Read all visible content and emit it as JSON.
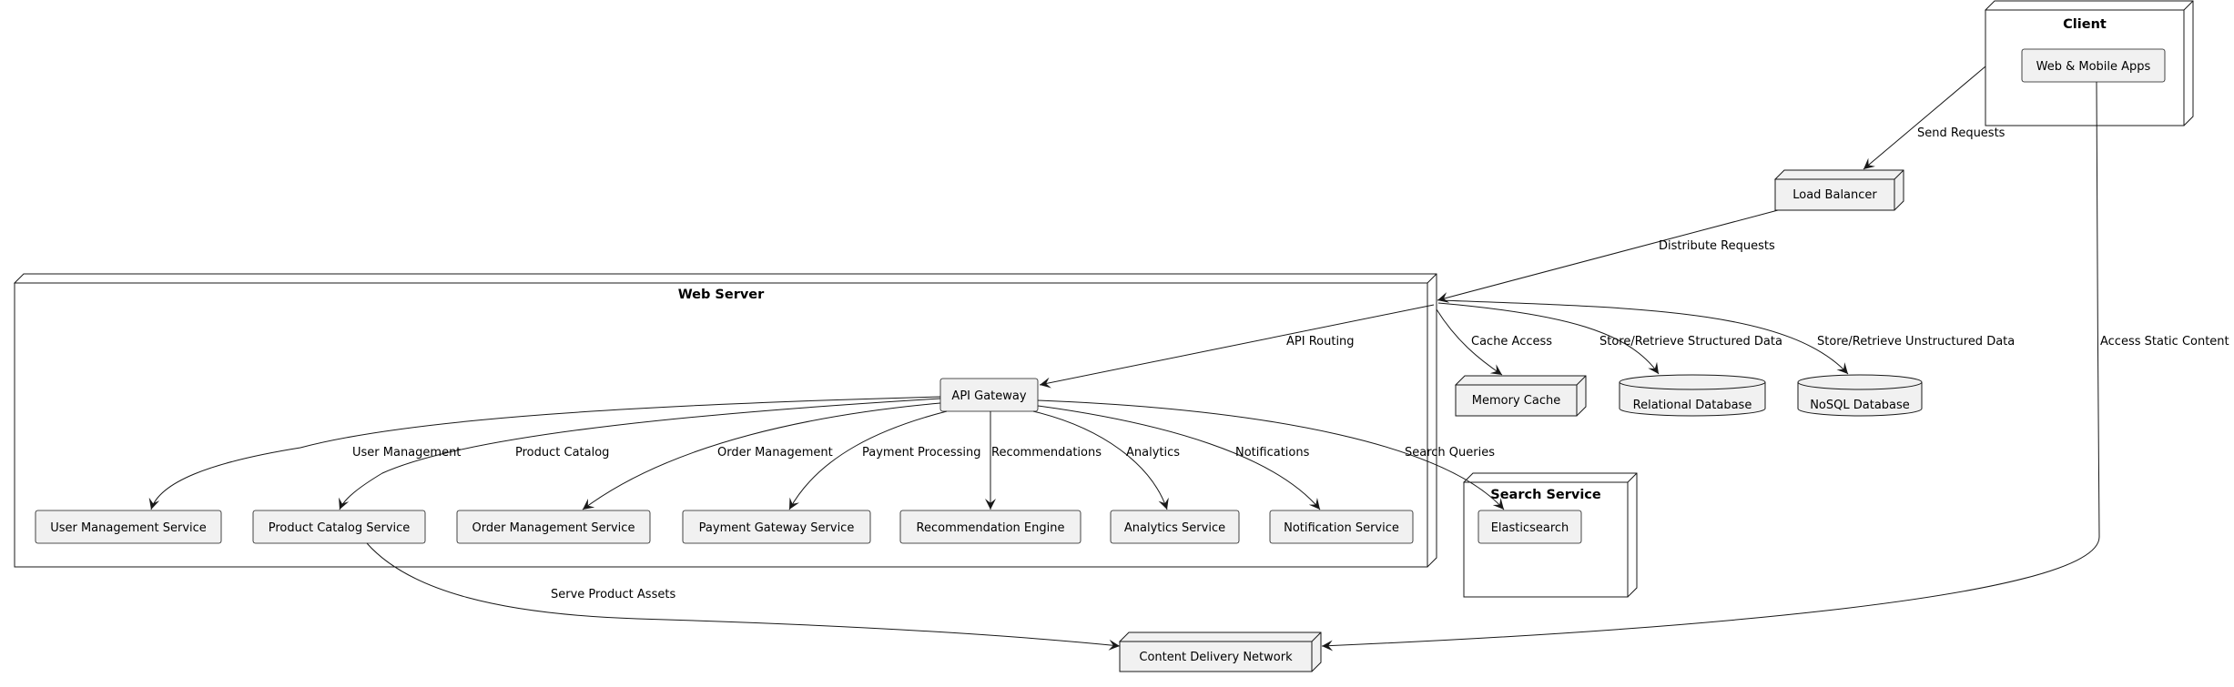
{
  "groups": {
    "client": "Client",
    "web_server": "Web Server",
    "search_service": "Search Service"
  },
  "nodes": {
    "web_mobile_apps": "Web & Mobile Apps",
    "load_balancer": "Load Balancer",
    "api_gateway": "API Gateway",
    "user_management": "User Management Service",
    "product_catalog": "Product Catalog Service",
    "order_management": "Order Management Service",
    "payment_gateway": "Payment Gateway Service",
    "recommendation_engine": "Recommendation Engine",
    "analytics_service": "Analytics Service",
    "notification_service": "Notification Service",
    "memory_cache": "Memory Cache",
    "relational_db": "Relational Database",
    "nosql_db": "NoSQL Database",
    "elasticsearch": "Elasticsearch",
    "cdn": "Content Delivery Network"
  },
  "edges": {
    "send_requests": "Send Requests",
    "distribute_requests": "Distribute Requests",
    "api_routing": "API Routing",
    "cache_access": "Cache Access",
    "store_structured": "Store/Retrieve Structured Data",
    "store_unstructured": "Store/Retrieve Unstructured Data",
    "access_static": "Access Static Content",
    "user_management": "User Management",
    "product_catalog": "Product Catalog",
    "order_management": "Order Management",
    "payment_processing": "Payment Processing",
    "recommendations": "Recommendations",
    "analytics": "Analytics",
    "notifications": "Notifications",
    "search_queries": "Search Queries",
    "serve_product_assets": "Serve Product Assets"
  }
}
